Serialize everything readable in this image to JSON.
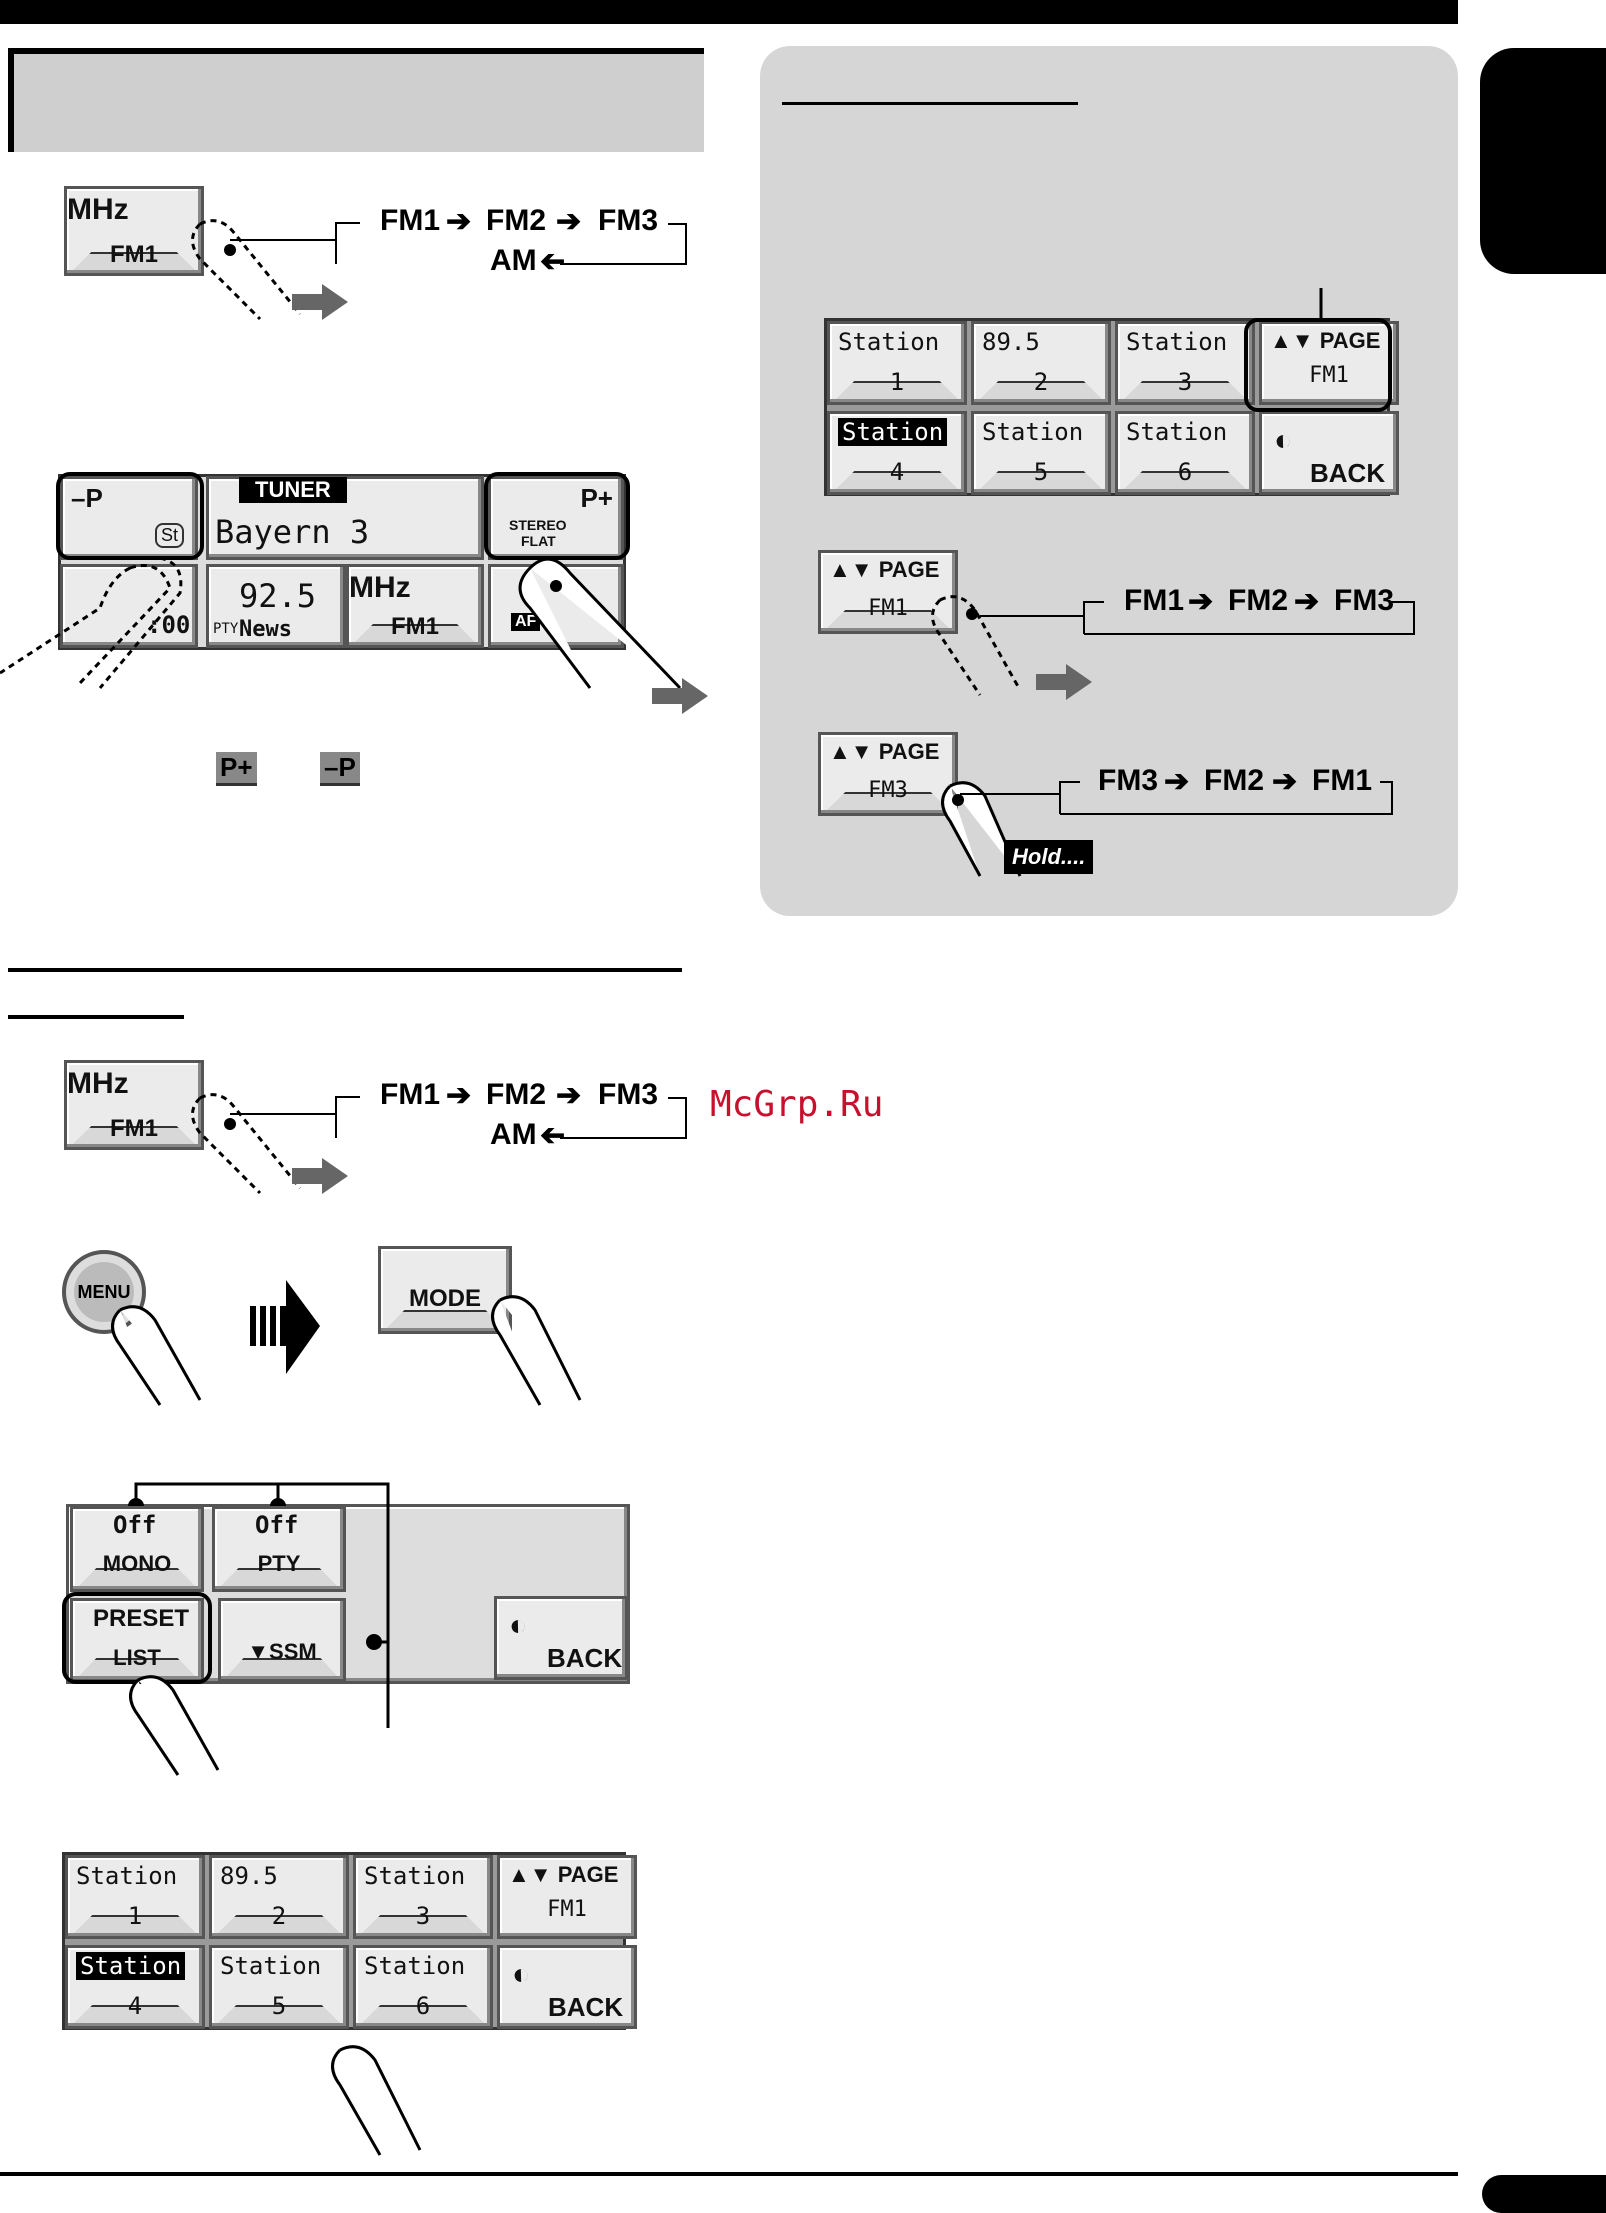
{
  "watermark": "McGrp.Ru",
  "band_button": {
    "unit": "MHz",
    "band": "FM1"
  },
  "band_flow_a": {
    "fm1": "FM1",
    "fm2": "FM2",
    "fm3": "FM3",
    "am": "AM"
  },
  "tuner_display": {
    "minus_p": "–P",
    "st": "St",
    "tuner_tab": "TUNER",
    "station_name": "Bayern 3",
    "p_plus": "P+",
    "stereo": "STEREO",
    "flat": "FLAT",
    "time": ":00",
    "frequency": "92.5",
    "pty_label": "PTY",
    "pty_value": "News",
    "unit": "MHz",
    "band": "FM1",
    "af": "AF"
  },
  "inline_keys": {
    "p_plus": "P+",
    "minus_p": "–P"
  },
  "preset_grid": {
    "cells": [
      {
        "top": "Station",
        "num": "1"
      },
      {
        "top": "89.5",
        "num": "2"
      },
      {
        "top": "Station",
        "num": "3"
      },
      {
        "top": "PAGE",
        "num": "FM1"
      },
      {
        "top": "Station",
        "num": "4"
      },
      {
        "top": "Station",
        "num": "5"
      },
      {
        "top": "Station",
        "num": "6"
      },
      {
        "top": "BACK",
        "num": ""
      }
    ]
  },
  "page_flow_1": {
    "button_label": "PAGE",
    "button_band": "FM1",
    "s1": "FM1",
    "s2": "FM2",
    "s3": "FM3"
  },
  "page_flow_2": {
    "button_label": "PAGE",
    "button_band": "FM3",
    "s1": "FM3",
    "s2": "FM2",
    "s3": "FM1",
    "hold": "Hold...."
  },
  "menu_step": {
    "menu": "MENU",
    "mode": "MODE"
  },
  "mode_menu": {
    "mono_top": "Off",
    "mono": "MONO",
    "pty_top": "Off",
    "pty": "PTY",
    "preset_1": "PRESET",
    "preset_2": "LIST",
    "ssm": "SSM",
    "back": "BACK"
  }
}
